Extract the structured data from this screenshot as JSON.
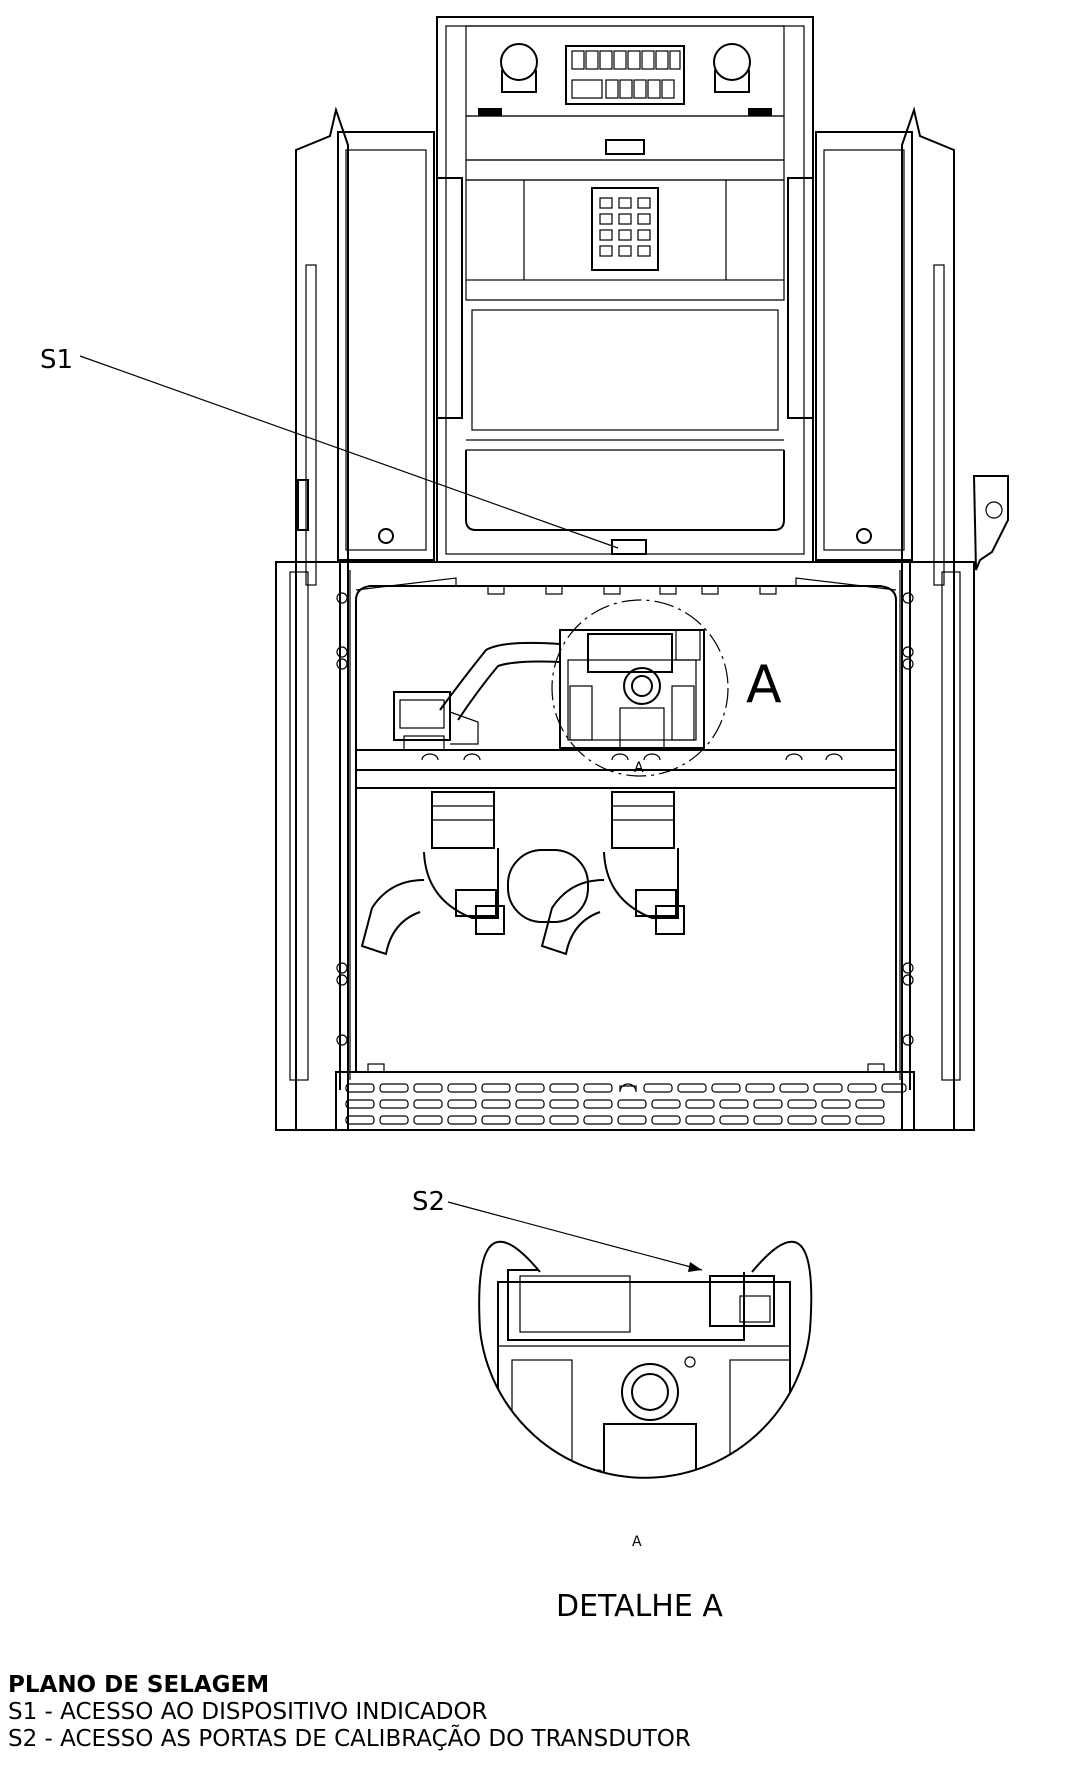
{
  "callouts": {
    "s1": "S1",
    "s2": "S2",
    "detail_marker": "A",
    "small_a": "A"
  },
  "detail": {
    "title": "DETALHE A"
  },
  "legend": {
    "title": "PLANO DE SELAGEM",
    "items": [
      "S1 - ACESSO AO DISPOSITIVO INDICADOR",
      "S2 - ACESSO AS PORTAS DE CALIBRAÇÃO DO TRANSDUTOR"
    ]
  }
}
